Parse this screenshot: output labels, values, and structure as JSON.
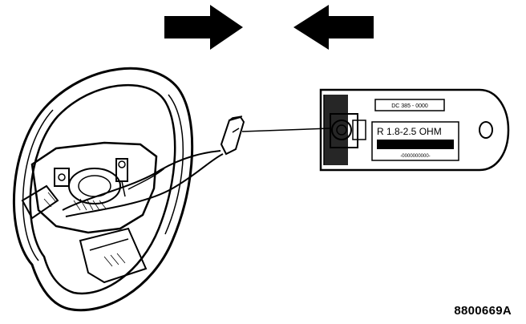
{
  "figure": {
    "id": "8800669A",
    "tool": {
      "label_top": "DC 385 - 0000",
      "resistance": "R 1.8-2.5 OHM",
      "serial": "-0000000000-"
    }
  },
  "colors": {
    "ink": "#000000",
    "background": "#ffffff"
  }
}
